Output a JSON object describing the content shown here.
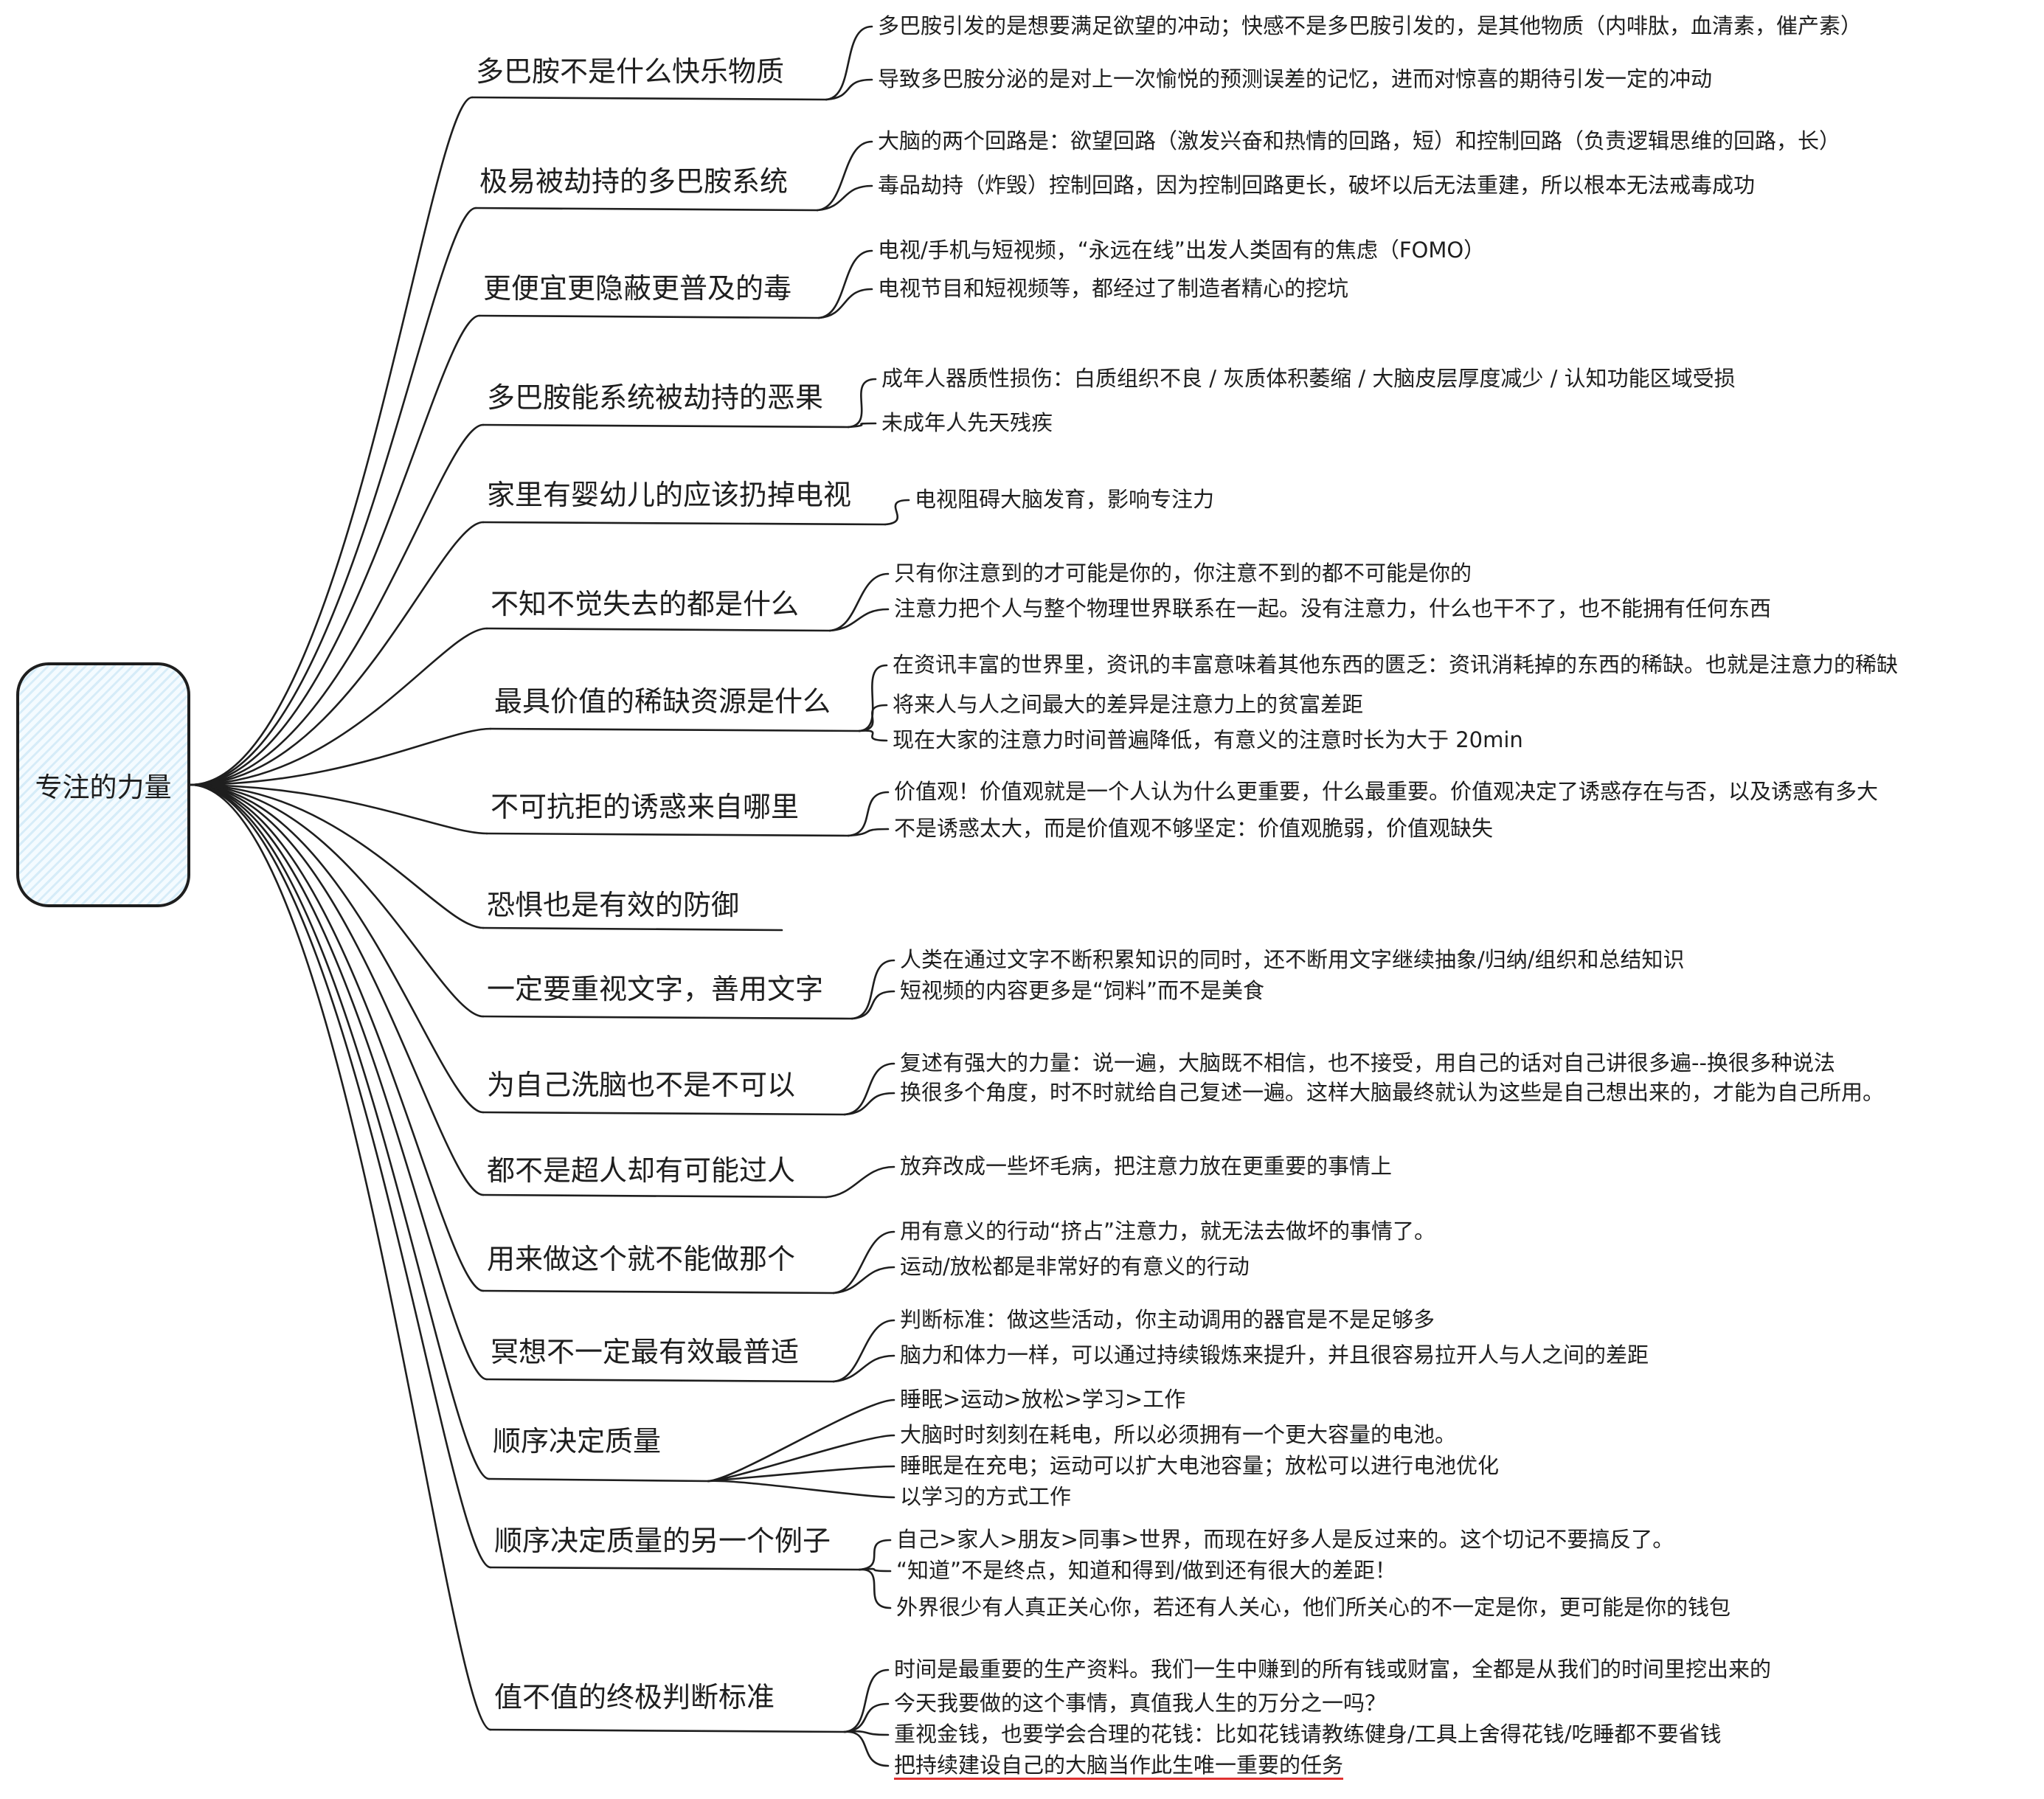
{
  "root": {
    "label": "专注的力量"
  },
  "branches": [
    {
      "label": "多巴胺不是什么快乐物质",
      "children": [
        "多巴胺引发的是想要满足欲望的冲动；快感不是多巴胺引发的，是其他物质（内啡肽，血清素，催产素）",
        "导致多巴胺分泌的是对上一次愉悦的预测误差的记忆，进而对惊喜的期待引发一定的冲动"
      ]
    },
    {
      "label": "极易被劫持的多巴胺系统",
      "children": [
        "大脑的两个回路是：欲望回路（激发兴奋和热情的回路，短）和控制回路（负责逻辑思维的回路，长）",
        "毒品劫持（炸毁）控制回路，因为控制回路更长，破坏以后无法重建，所以根本无法戒毒成功"
      ]
    },
    {
      "label": "更便宜更隐蔽更普及的毒",
      "children": [
        "电视/手机与短视频，“永远在线”出发人类固有的焦虑（FOMO）",
        "电视节目和短视频等，都经过了制造者精心的挖坑"
      ]
    },
    {
      "label": "多巴胺能系统被劫持的恶果",
      "children": [
        "成年人器质性损伤：白质组织不良 / 灰质体积萎缩 / 大脑皮层厚度减少 / 认知功能区域受损",
        "未成年人先天残疾"
      ]
    },
    {
      "label": "家里有婴幼儿的应该扔掉电视",
      "children": [
        "电视阻碍大脑发育，影响专注力"
      ]
    },
    {
      "label": "不知不觉失去的都是什么",
      "children": [
        "只有你注意到的才可能是你的，你注意不到的都不可能是你的",
        "注意力把个人与整个物理世界联系在一起。没有注意力，什么也干不了，也不能拥有任何东西"
      ]
    },
    {
      "label": "最具价值的稀缺资源是什么",
      "children": [
        "在资讯丰富的世界里，资讯的丰富意味着其他东西的匮乏：资讯消耗掉的东西的稀缺。也就是注意力的稀缺",
        "将来人与人之间最大的差异是注意力上的贫富差距",
        "现在大家的注意力时间普遍降低，有意义的注意时长为大于 20min"
      ]
    },
    {
      "label": "不可抗拒的诱惑来自哪里",
      "children": [
        "价值观！价值观就是一个人认为什么更重要，什么最重要。价值观决定了诱惑存在与否，以及诱惑有多大",
        "不是诱惑太大，而是价值观不够坚定：价值观脆弱，价值观缺失"
      ]
    },
    {
      "label": "恐惧也是有效的防御",
      "children": []
    },
    {
      "label": "一定要重视文字，善用文字",
      "children": [
        "人类在通过文字不断积累知识的同时，还不断用文字继续抽象/归纳/组织和总结知识",
        "短视频的内容更多是“饲料”而不是美食"
      ]
    },
    {
      "label": "为自己洗脑也不是不可以",
      "children": [
        "复述有强大的力量：说一遍，大脑既不相信，也不接受，用自己的话对自己讲很多遍--换很多种说法",
        "换很多个角度，时不时就给自己复述一遍。这样大脑最终就认为这些是自己想出来的，才能为自己所用。"
      ]
    },
    {
      "label": "都不是超人却有可能过人",
      "children": [
        "放弃改成一些坏毛病，把注意力放在更重要的事情上"
      ]
    },
    {
      "label": "用来做这个就不能做那个",
      "children": [
        "用有意义的行动“挤占”注意力，就无法去做坏的事情了。",
        "运动/放松都是非常好的有意义的行动"
      ]
    },
    {
      "label": "冥想不一定最有效最普适",
      "children": [
        "判断标准：做这些活动，你主动调用的器官是不是足够多",
        "脑力和体力一样，可以通过持续锻炼来提升，并且很容易拉开人与人之间的差距"
      ]
    },
    {
      "label": "顺序决定质量",
      "children": [
        "睡眠>运动>放松>学习>工作",
        "大脑时时刻刻在耗电，所以必须拥有一个更大容量的电池。",
        "睡眠是在充电；运动可以扩大电池容量；放松可以进行电池优化",
        "以学习的方式工作"
      ]
    },
    {
      "label": "顺序决定质量的另一个例子",
      "children": [
        "自己>家人>朋友>同事>世界，而现在好多人是反过来的。这个切记不要搞反了。",
        "“知道”不是终点，知道和得到/做到还有很大的差距！",
        "外界很少有人真正关心你，若还有人关心，他们所关心的不一定是你，更可能是你的钱包"
      ]
    },
    {
      "label": "值不值的终极判断标准",
      "children": [
        "时间是最重要的生产资料。我们一生中赚到的所有钱或财富，全都是从我们的时间里挖出来的",
        "今天我要做的这个事情，真值我人生的万分之一吗？",
        "重视金钱，也要学会合理的花钱：比如花钱请教练健身/工具上舍得花钱/吃睡都不要省钱",
        "把持续建设自己的大脑当作此生唯一重要的任务"
      ]
    }
  ],
  "colors": {
    "ink": "#1e1e1e",
    "root_fill": "#d6ecf8",
    "highlight_underline": "#e03131"
  }
}
